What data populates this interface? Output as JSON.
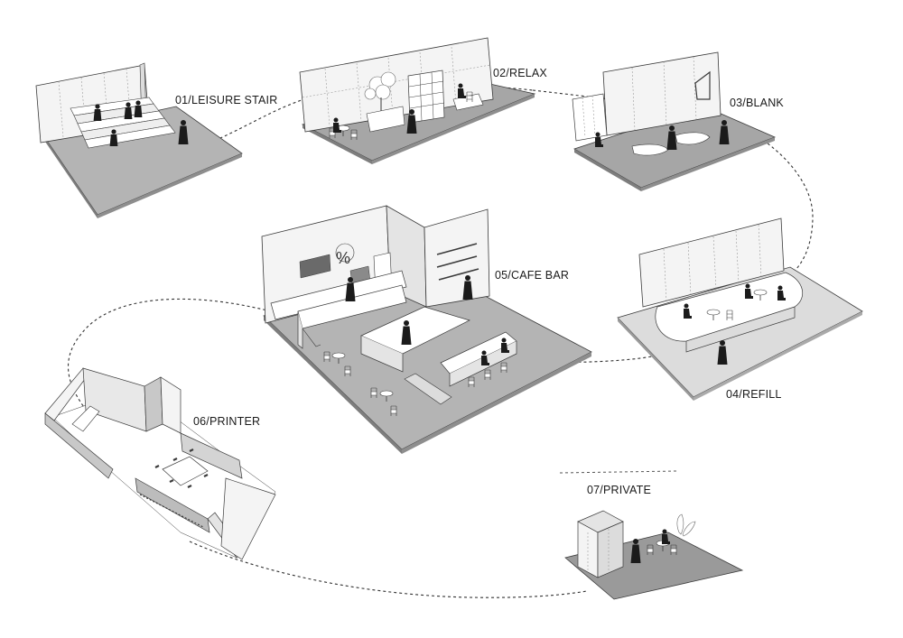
{
  "zones": [
    {
      "id": "z01",
      "label": "01/LEISURE STAIR"
    },
    {
      "id": "z02",
      "label": "02/RELAX"
    },
    {
      "id": "z03",
      "label": "03/BLANK"
    },
    {
      "id": "z04",
      "label": "04/REFILL"
    },
    {
      "id": "z05",
      "label": "05/CAFE BAR"
    },
    {
      "id": "z06",
      "label": "06/PRINTER"
    },
    {
      "id": "z07",
      "label": "07/PRIVATE"
    }
  ],
  "colors": {
    "floor_dark": "#9a9a9a",
    "floor_mid": "#b4b4b4",
    "floor_light": "#dcdcdc",
    "wall": "#f4f4f4",
    "line": "#3a3a3a",
    "figure": "#1b1b1b",
    "route": "#333333"
  }
}
